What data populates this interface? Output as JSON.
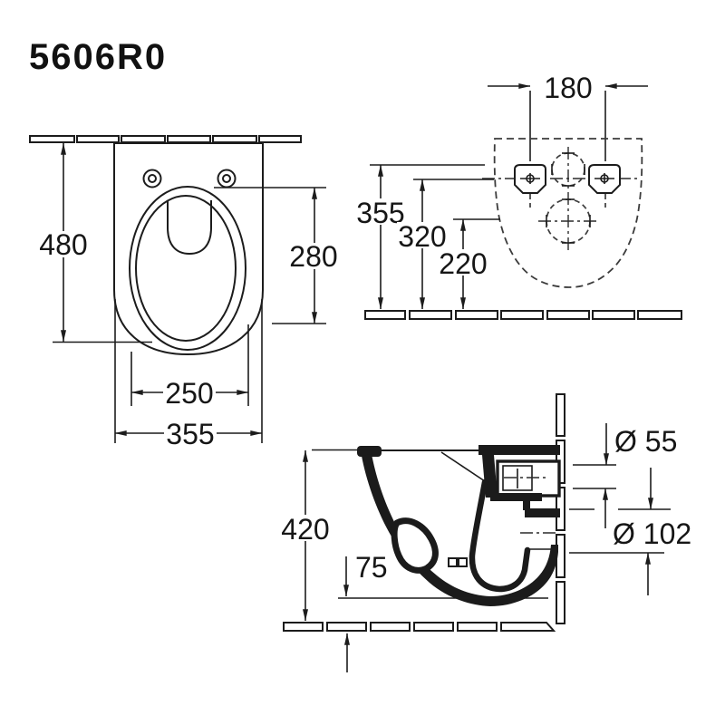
{
  "title": "5606R0",
  "dims": {
    "plan": {
      "depth": "480",
      "bowl_depth": "280",
      "bowl_width": "250",
      "width": "355"
    },
    "rear": {
      "hole_spacing": "180",
      "height_top": "355",
      "height_fixing": "320",
      "height_outlet": "220"
    },
    "side": {
      "height": "420",
      "clearance": "75",
      "inlet_diameter": "Ø 55",
      "outlet_diameter": "Ø 102"
    }
  }
}
